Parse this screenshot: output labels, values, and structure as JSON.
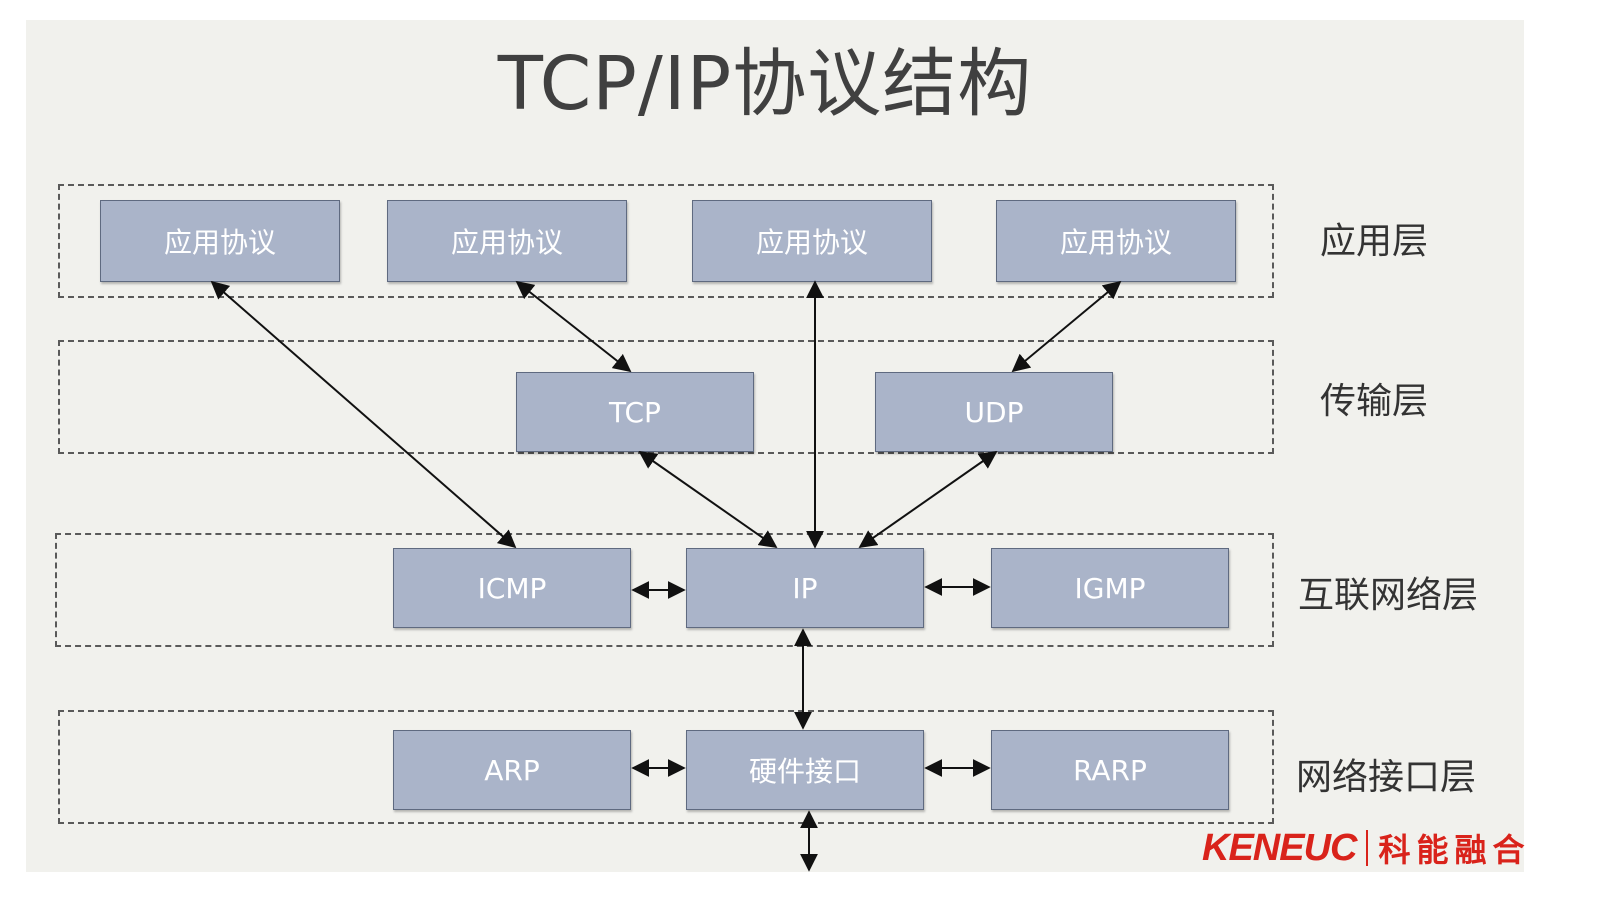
{
  "title": "TCP/IP协议结构",
  "layers": {
    "application": "应用层",
    "transport": "传输层",
    "internet": "互联网络层",
    "network_interface": "网络接口层"
  },
  "boxes": {
    "app1": "应用协议",
    "app2": "应用协议",
    "app3": "应用协议",
    "app4": "应用协议",
    "tcp": "TCP",
    "udp": "UDP",
    "icmp": "ICMP",
    "ip": "IP",
    "igmp": "IGMP",
    "arp": "ARP",
    "hw": "硬件接口",
    "rarp": "RARP"
  },
  "logo": {
    "en": "KENEUC",
    "cn": "科能融合"
  },
  "colors": {
    "box_fill": "#aab4c9",
    "box_text": "#ffffff",
    "logo": "#d9231b"
  }
}
